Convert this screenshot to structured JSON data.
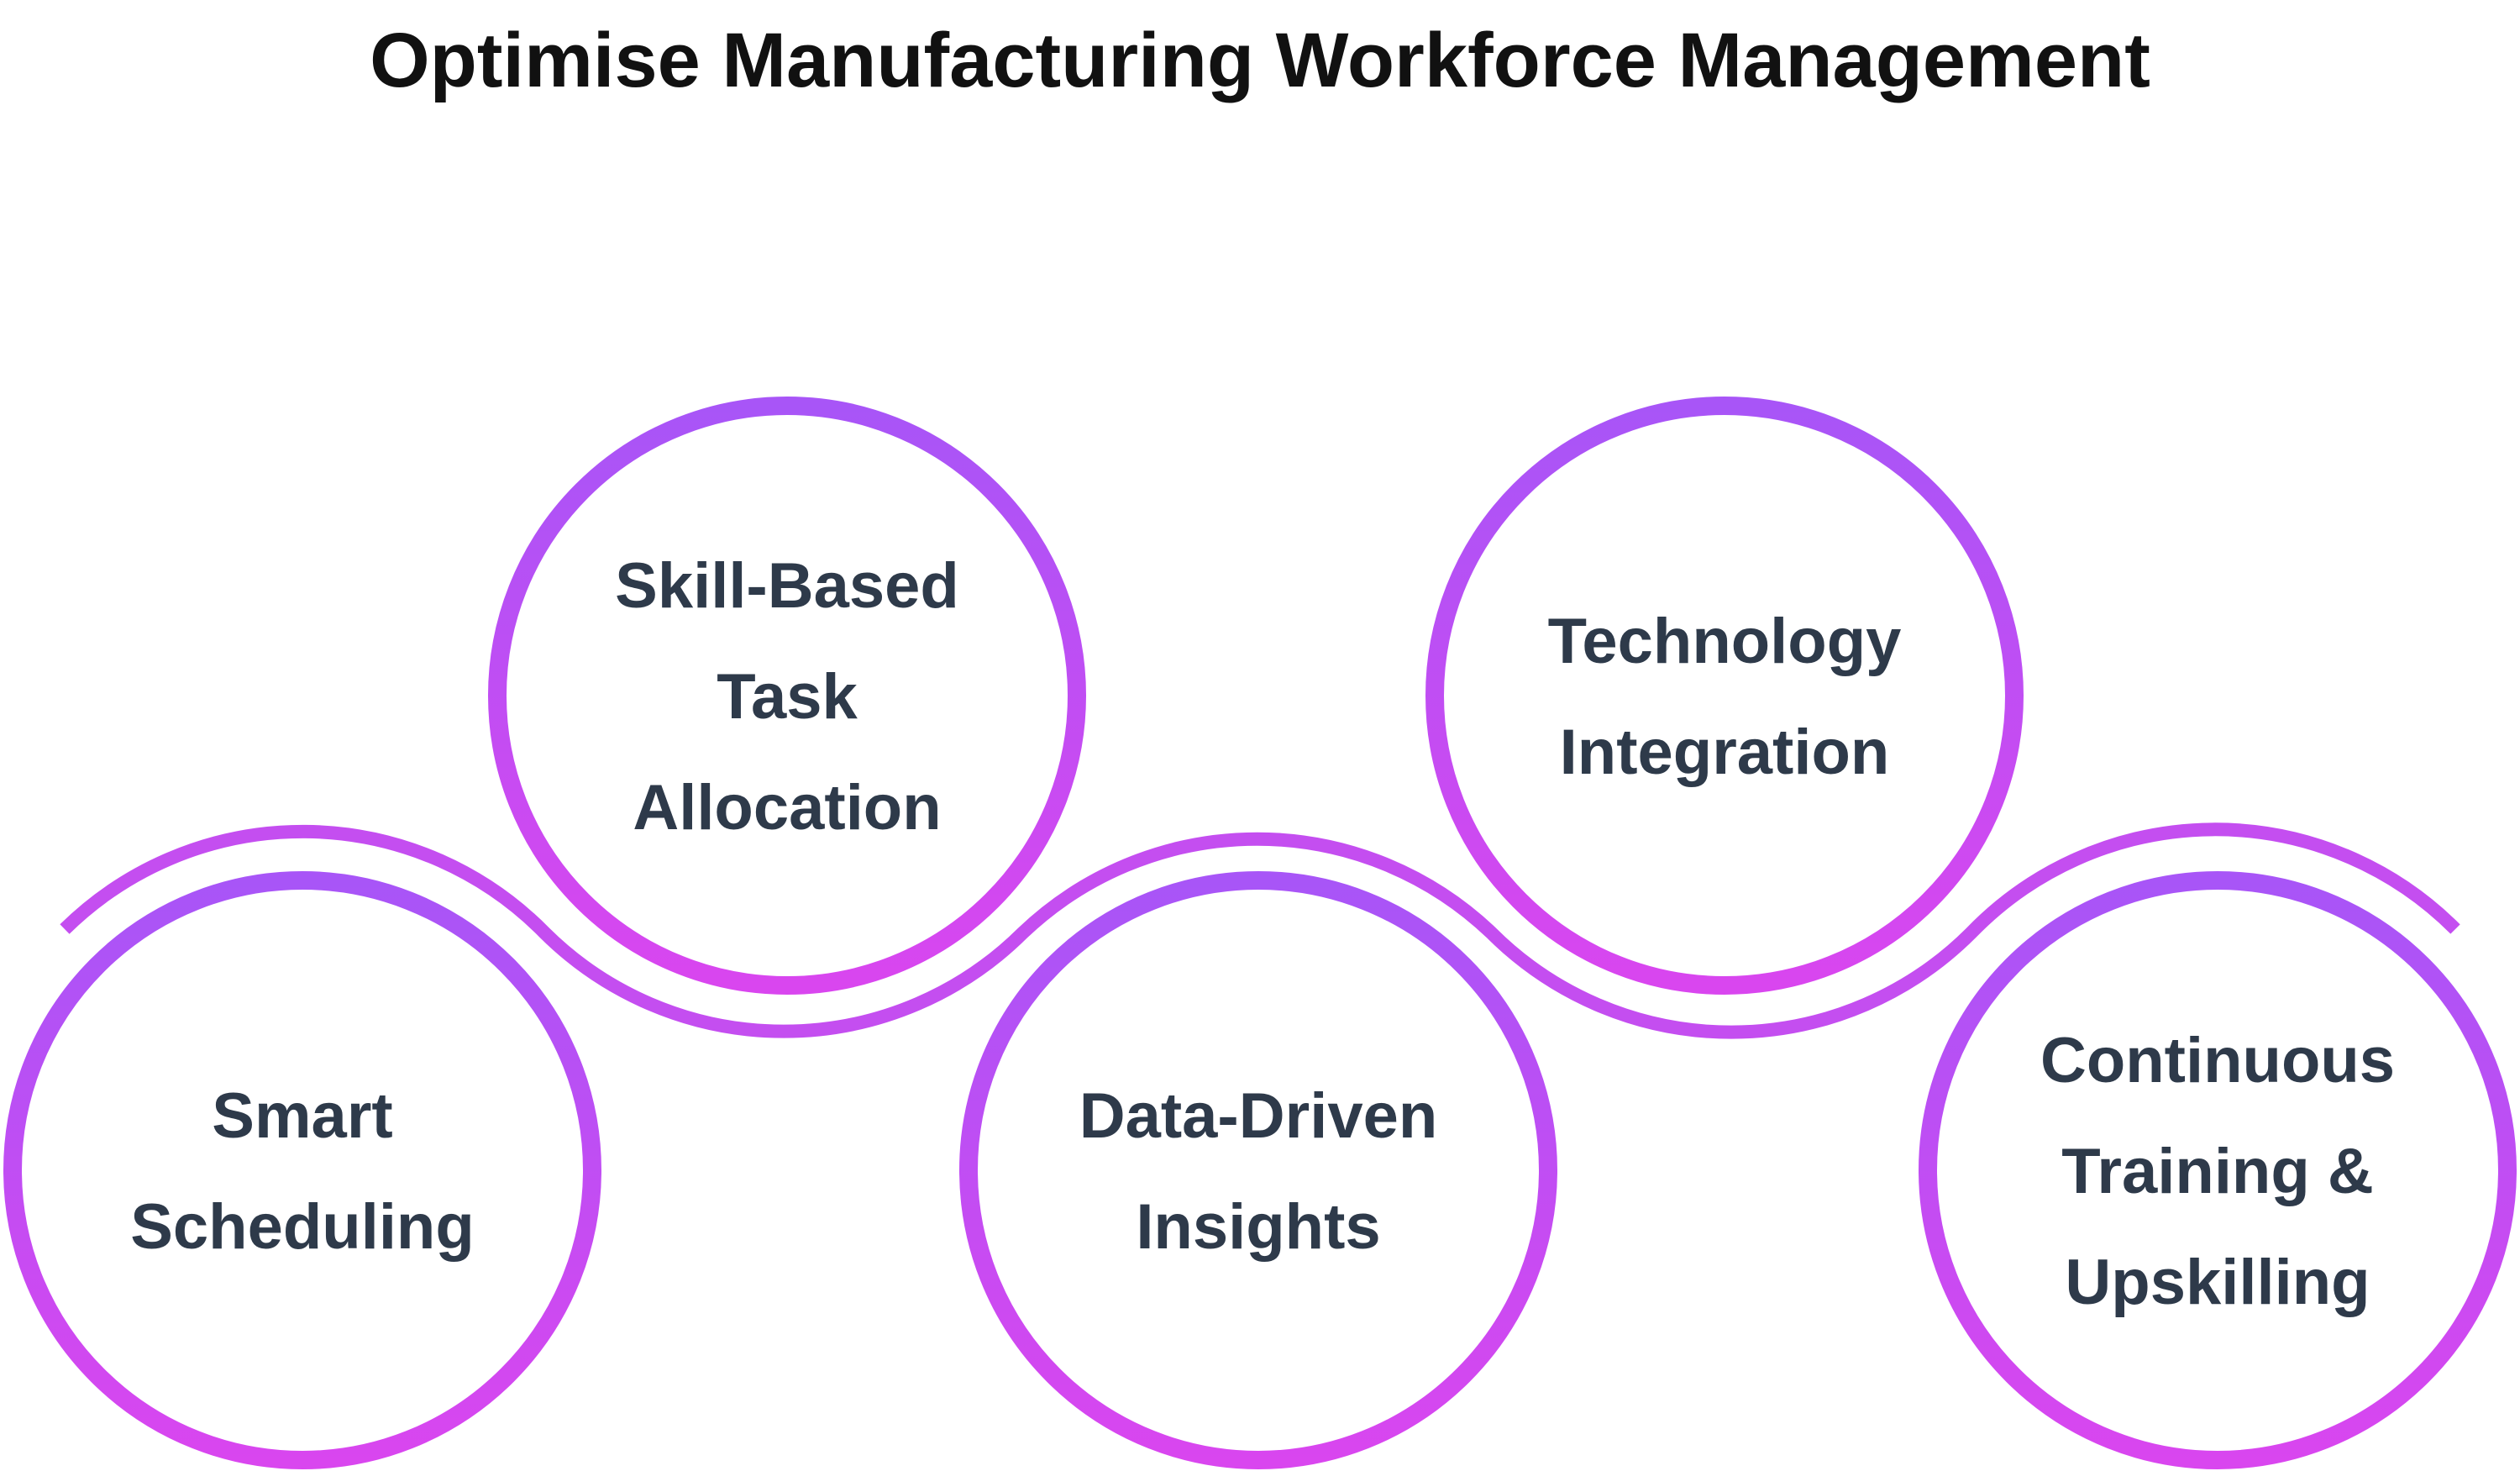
{
  "title": "Optimise Manufacturing Workforce Management",
  "colors": {
    "ring_top": "#a855f7",
    "ring_bottom": "#d946ef",
    "text": "#2e3a4a"
  },
  "steps": [
    {
      "lines": [
        "Smart",
        "Scheduling"
      ]
    },
    {
      "lines": [
        "Skill-Based",
        "Task",
        "Allocation"
      ]
    },
    {
      "lines": [
        "Data-Driven",
        "Insights"
      ]
    },
    {
      "lines": [
        "Technology",
        "Integration"
      ]
    },
    {
      "lines": [
        "Continuous",
        "Training &",
        "Upskilling"
      ]
    }
  ]
}
